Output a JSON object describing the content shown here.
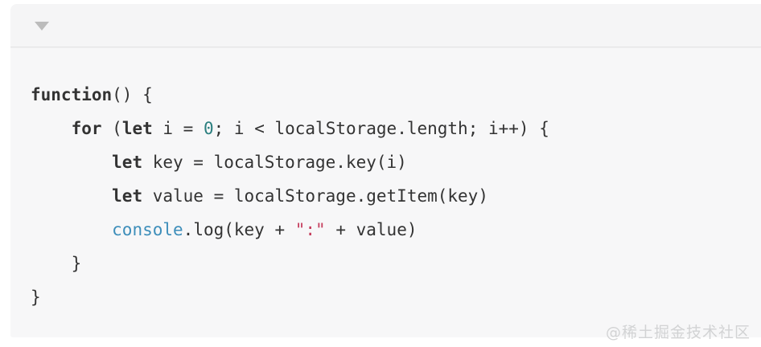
{
  "widget": {
    "collapse_icon": "triangle-down-icon",
    "state": "expanded"
  },
  "colors": {
    "block-bg": "#f7f7f8",
    "header-bg": "#f5f5f6",
    "divider": "#e4e4e5",
    "caret": "#bcbcbc",
    "plain": "#333333",
    "keyword": "#333333",
    "number": "#2b7f7f",
    "builtin": "#3d8eba",
    "string": "#c53d5d",
    "watermark": "#d2d3d4"
  },
  "watermark": {
    "text": "@稀土掘金技术社区"
  },
  "code": {
    "language": "javascript",
    "lines": [
      [
        {
          "t": "function",
          "c": "keyword"
        },
        {
          "t": "() {",
          "c": "plain"
        }
      ],
      [
        {
          "t": "    ",
          "c": "plain"
        },
        {
          "t": "for",
          "c": "keyword"
        },
        {
          "t": " (",
          "c": "plain"
        },
        {
          "t": "let",
          "c": "keyword"
        },
        {
          "t": " i = ",
          "c": "plain"
        },
        {
          "t": "0",
          "c": "number"
        },
        {
          "t": "; i < localStorage.length; i++) {",
          "c": "plain"
        }
      ],
      [
        {
          "t": "        ",
          "c": "plain"
        },
        {
          "t": "let",
          "c": "keyword"
        },
        {
          "t": " key = localStorage.key(i)",
          "c": "plain"
        }
      ],
      [
        {
          "t": "        ",
          "c": "plain"
        },
        {
          "t": "let",
          "c": "keyword"
        },
        {
          "t": " value = localStorage.getItem(key)",
          "c": "plain"
        }
      ],
      [
        {
          "t": "        ",
          "c": "plain"
        },
        {
          "t": "console",
          "c": "builtin"
        },
        {
          "t": ".log(key + ",
          "c": "plain"
        },
        {
          "t": "\":\"",
          "c": "string"
        },
        {
          "t": " + value)",
          "c": "plain"
        }
      ],
      [
        {
          "t": "    }",
          "c": "plain"
        }
      ],
      [
        {
          "t": "}",
          "c": "plain"
        }
      ]
    ]
  }
}
